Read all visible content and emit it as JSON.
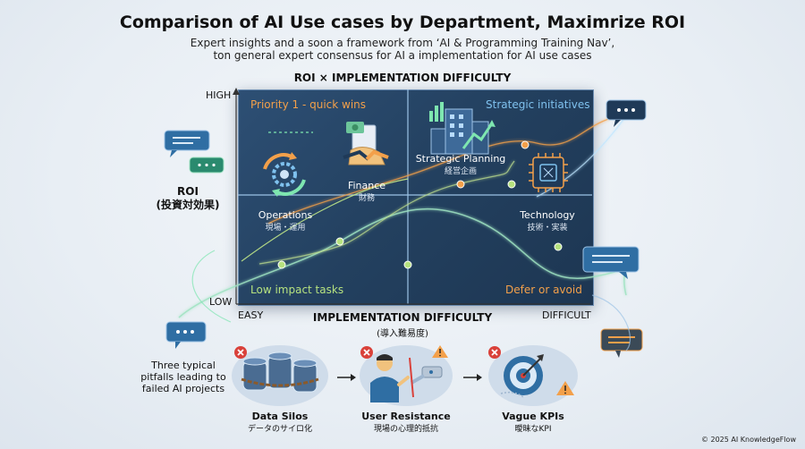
{
  "header": {
    "title": "Comparison of AI Use cases by Department, Maximrize ROI",
    "subtitle_line1": "Expert insights and a soon a framework from ‘AI & Programming Training Nav’,",
    "subtitle_line2": "ton general expert consensus for AI a implementation for AI use cases"
  },
  "matrix": {
    "title": "ROI × IMPLEMENTATION DIFFICULTY",
    "y_high": "HIGH",
    "y_low": "LOW",
    "y_axis_label": "ROI",
    "y_axis_label_jp": "(投資対効果)",
    "x_easy": "EASY",
    "x_difficult": "DIFFICULT",
    "x_axis_label": "IMPLEMENTATION DIFFICULTY",
    "x_axis_label_jp": "(導入難易度)",
    "quadrants": {
      "top_left": "Priority 1 - quick wins",
      "top_right": "Strategic initiatives",
      "bottom_left": "Low impact tasks",
      "bottom_right": "Defer or avoid"
    },
    "departments": {
      "operations": {
        "label": "Operations",
        "label_jp": "現場・運用"
      },
      "finance": {
        "label": "Finance",
        "label_jp": "財務"
      },
      "strategic": {
        "label": "Strategic Planning",
        "label_jp": "経営企画"
      },
      "technology": {
        "label": "Technology",
        "label_jp": "技術・実装"
      }
    }
  },
  "pitfalls": {
    "intro": "Three typical pitfalls leading to failed AI projects",
    "items": [
      {
        "title": "Data Silos",
        "title_jp": "データのサイロ化"
      },
      {
        "title": "User Resistance",
        "title_jp": "現場の心理的抵抗"
      },
      {
        "title": "Vague KPIs",
        "title_jp": "曖昧なKPI"
      }
    ]
  },
  "footer": {
    "copyright": "© 2025 AI KnowledgeFlow"
  },
  "colors": {
    "matrix_bg": "#23405f",
    "orange": "#f3a04a",
    "blue": "#7fc1ee",
    "green": "#b6e27f",
    "chat_bubble": "#2f6ea3",
    "warning_red": "#d9413a"
  }
}
